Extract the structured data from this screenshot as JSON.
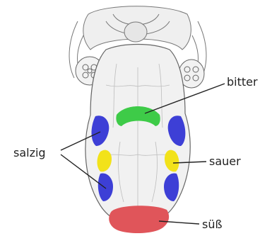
{
  "labels": {
    "bitter": "bitter",
    "salzig": "salzig",
    "sauer": "sauer",
    "suess": "süß"
  },
  "colors": {
    "bitter": "#3ecb48",
    "salzig": "#3d3fd6",
    "sauer": "#f2e21a",
    "suess": "#e0555a",
    "outline": "#666666",
    "leader": "#222222"
  }
}
